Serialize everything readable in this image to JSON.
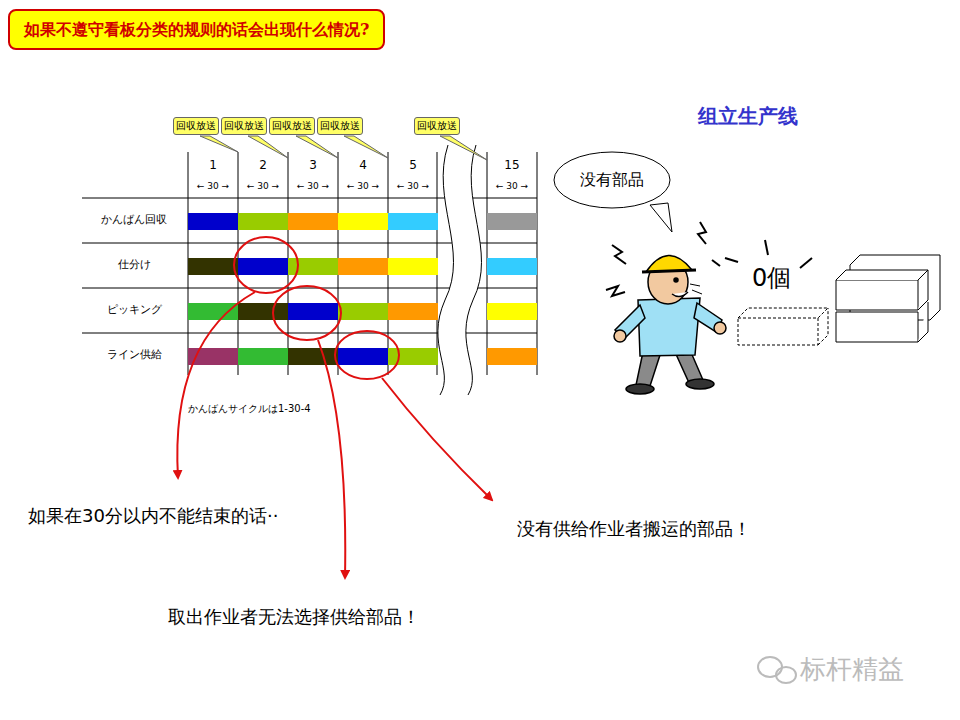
{
  "diagram": {
    "title": "如果不遵守看板分类的规则的话会出现什么情况?",
    "nodes": [
      {
        "text": [
          "没有部品"
        ]
      }
    ],
    "labels": [
      "组立生产线",
      "回収放送",
      "回収放送",
      "回収放送",
      "回収放送",
      "回収放送",
      "1",
      "2",
      "3",
      "4",
      "5",
      "15",
      "← 30 →",
      "← 30 →",
      "← 30 →",
      "← 30 →",
      "← 30 →",
      "← 30 →",
      "かんばん回収",
      "仕分け",
      "ピッキング",
      "ライン供給",
      "かんばんサイクルは1-30-4",
      "0個",
      "如果在30分以内不能结束的话··",
      "取出作业者无法选择供给部品！",
      "没有供给作业者搬运的部品！",
      "标杆精益"
    ]
  }
}
